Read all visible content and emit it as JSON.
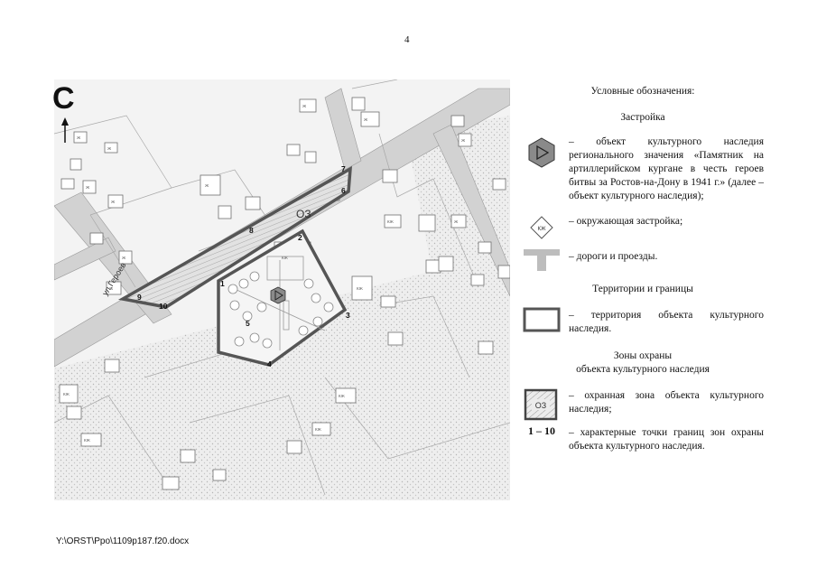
{
  "page_number": "4",
  "north_letter": "С",
  "map": {
    "zone_label": "ОЗ",
    "street_label": "ул.Героев",
    "boundary_points": [
      "1",
      "2",
      "3",
      "4",
      "5",
      "6",
      "7",
      "8",
      "9",
      "10"
    ],
    "building_labels": [
      "Ж",
      "Ж",
      "Ж",
      "Ж",
      "Ж",
      "Ж",
      "Ж",
      "Ж",
      "Ж",
      "Ж",
      "Ж",
      "КЖ",
      "КЖ",
      "КЖ",
      "КЖ",
      "КЖ",
      "КЖ",
      "КЖ"
    ]
  },
  "legend": {
    "title": "Условные обозначения:",
    "section_buildings": "Застройка",
    "heritage_object": "– объект культурного наследия регионального значения «Памятник на артиллерийском кургане в честь героев битвы за Ростов-на-Дону в 1941 г.» (далее – объект культурного наследия);",
    "surrounding": "– окружающая застройка;",
    "surrounding_symbol": "КЖ",
    "roads": "– дороги и проезды.",
    "section_territories": "Территории и границы",
    "territory": "– территория объекта культурного наследия.",
    "section_zones": "Зоны охраны",
    "section_zones_sub": "объекта культурного наследия",
    "protection_zone": "– охранная зона объекта культурного наследия;",
    "protection_zone_symbol": "ОЗ",
    "points_symbol": "1 – 10",
    "points": "– характерные точки границ зон охраны объекта культурного наследия."
  },
  "footer_path": "Y:\\ORST\\Ppo\\1109p187.f20.docx",
  "colors": {
    "road": "#d2d2d2",
    "zone_border": "#555555",
    "heritage": "#8a8a8a",
    "building": "#ffffff"
  }
}
